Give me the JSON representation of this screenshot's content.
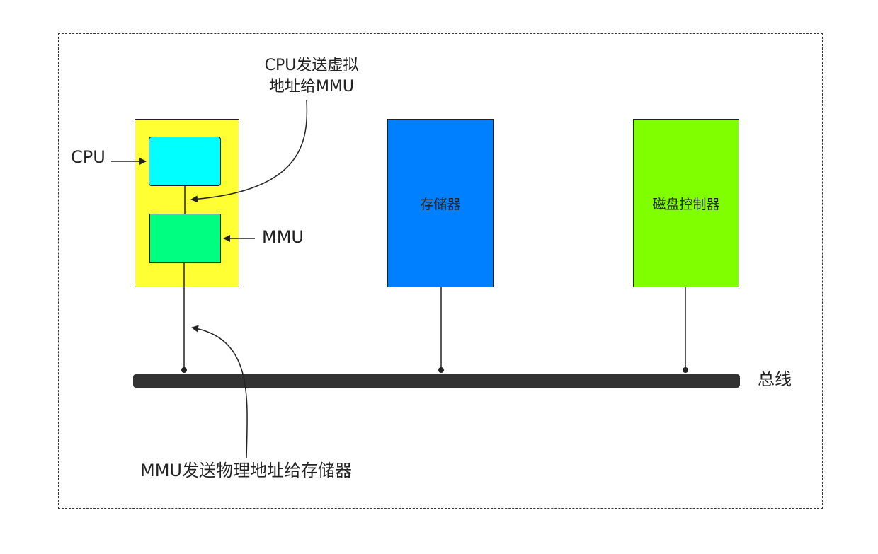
{
  "colors": {
    "cpu_chip": "#ffff33",
    "cpu_core": "#00ffff",
    "mmu_core": "#00ff80",
    "memory": "#007fff",
    "disk_controller": "#80ff00",
    "bus": "#333333",
    "lines": "#222222"
  },
  "labels": {
    "cpu": "CPU",
    "mmu": "MMU",
    "memory": "存储器",
    "disk_controller": "磁盘控制器",
    "bus": "总线"
  },
  "annotations": {
    "cpu_to_mmu": [
      "CPU发送虚拟",
      "地址给MMU"
    ],
    "mmu_to_memory": "MMU发送物理地址给存储器"
  }
}
